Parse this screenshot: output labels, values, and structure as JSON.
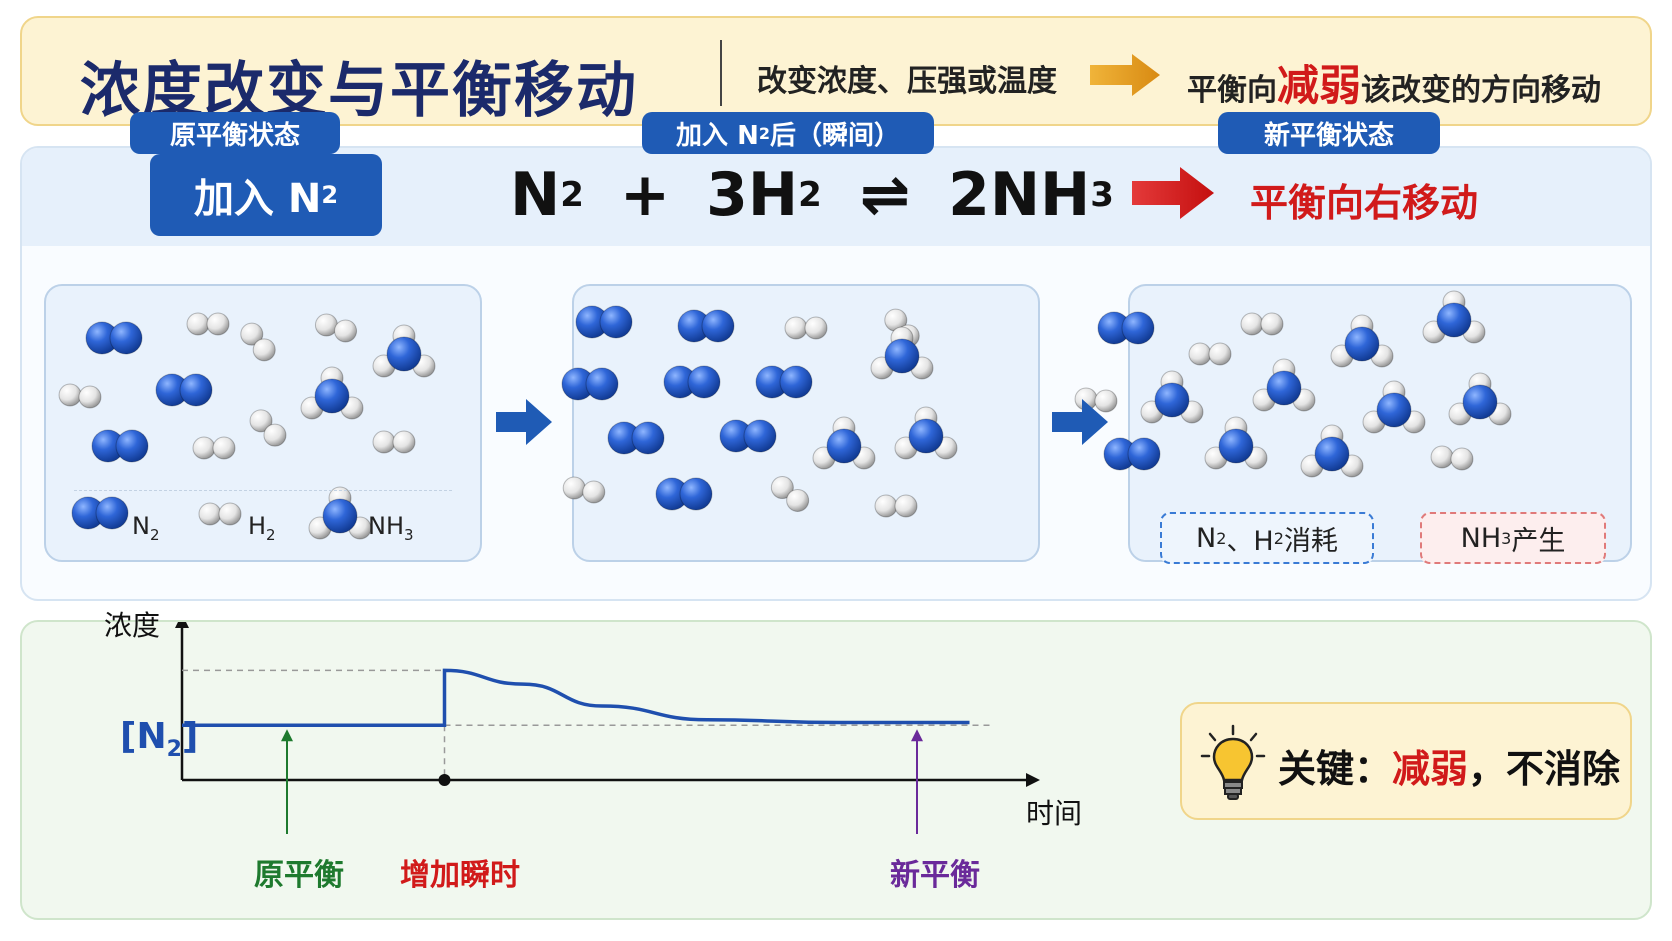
{
  "header": {
    "title": "浓度改变与平衡移动",
    "rule_cause": "改变浓度、压强或温度",
    "rule_effect_prefix": "平衡向",
    "rule_effect_highlight": "减弱",
    "rule_effect_suffix": "该改变的方向移动"
  },
  "reaction": {
    "action_label": "加入 N",
    "action_sub": "2",
    "reactant1": "N",
    "reactant1_sub": "2",
    "plus": "+",
    "reactant2": "3H",
    "reactant2_sub": "2",
    "equilibrium_symbol": "⇌",
    "product": "2NH",
    "product_sub": "3",
    "shift_text": "平衡向右移动"
  },
  "stages": [
    {
      "label": "原平衡状态"
    },
    {
      "label_prefix": "加入 N",
      "label_sub": "2",
      "label_suffix": " 后（瞬间）"
    },
    {
      "label": "新平衡状态"
    }
  ],
  "legend": {
    "n2": "N",
    "n2_sub": "2",
    "h2": "H",
    "h2_sub": "2",
    "nh3": "NH",
    "nh3_sub": "3"
  },
  "notes": {
    "consume_a": "N",
    "consume_a_sub": "2",
    "consume_b": "、H",
    "consume_b_sub": "2",
    "consume_c": " 消耗",
    "produce_a": "NH",
    "produce_a_sub": "3",
    "produce_b": " 产生"
  },
  "graph": {
    "y_axis_label": "浓度",
    "x_axis_label": "时间",
    "series_label": "[N",
    "series_label_sub": "2",
    "series_label_end": "]",
    "marks": [
      {
        "label": "原平衡",
        "color": "#1e7a2e"
      },
      {
        "label": "增加瞬时",
        "color": "#d11a1a"
      },
      {
        "label": "新平衡",
        "color": "#6a2a9a"
      }
    ]
  },
  "chart_data": {
    "type": "line",
    "title": "",
    "xlabel": "时间",
    "ylabel": "浓度",
    "series": [
      {
        "name": "[N2]",
        "x": [
          0,
          1.0,
          1.0,
          1.3,
          1.6,
          2.0,
          2.5,
          3.0
        ],
        "y": [
          1.0,
          1.0,
          2.0,
          1.75,
          1.35,
          1.1,
          1.05,
          1.05
        ]
      }
    ],
    "annotations": [
      "原平衡",
      "增加瞬时",
      "新平衡"
    ]
  },
  "key_point": {
    "prefix": "关键：",
    "highlight": "减弱",
    "suffix": "，不消除"
  },
  "colors": {
    "brand_blue": "#1f5bb5",
    "highlight_red": "#d11a1a",
    "arrow_gold": "#e09a1a",
    "n2_line": "#1f4fae"
  }
}
